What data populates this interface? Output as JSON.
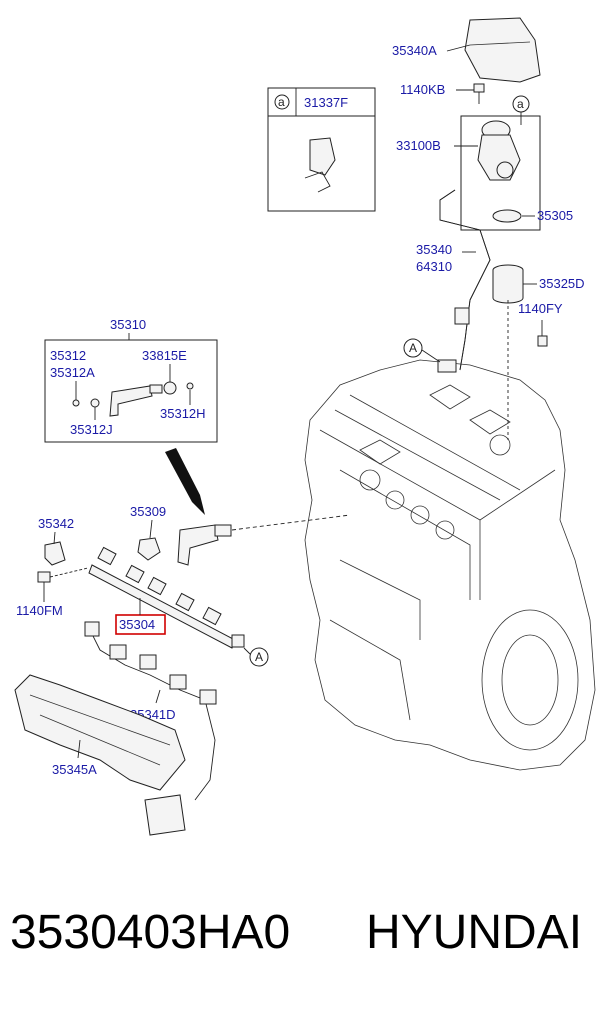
{
  "diagram": {
    "labels": {
      "l35340A": "35340A",
      "l1140KB": "1140KB",
      "l33100B": "33100B",
      "l35305": "35305",
      "l35340": "35340",
      "l64310": "64310",
      "l35325D": "35325D",
      "l1140FY": "1140FY",
      "l31337F": "31337F",
      "l35310": "35310",
      "l35312": "35312",
      "l35312A": "35312A",
      "l33815E": "33815E",
      "l35312J": "35312J",
      "l35312H": "35312H",
      "l35342": "35342",
      "l35309": "35309",
      "l1140FM": "1140FM",
      "l35304": "35304",
      "l35341D": "35341D",
      "l35345A": "35345A"
    },
    "callouts": {
      "a1": "a",
      "a2": "a",
      "A1": "A",
      "A2": "A"
    }
  },
  "footer": {
    "part_number": "3530403HA0",
    "brand": "HYUNDAI"
  },
  "colors": {
    "label": "#1a1aa6",
    "highlight": "#d00000",
    "line": "#222222"
  }
}
